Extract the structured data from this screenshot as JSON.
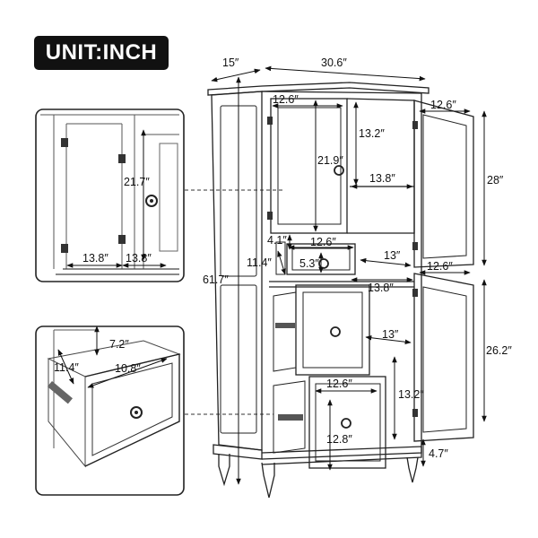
{
  "unit_label": "UNIT:INCH",
  "dimensions": {
    "depth": "15″",
    "width": "30.6″",
    "total_height": "61.7″",
    "upper_door_width": "12.6″",
    "upper_door_height": "21.9″",
    "shelf_gap": "13.2″",
    "inner_shelf_width": "13.8″",
    "side_door_width_top": "12.6″",
    "side_door_height_top": "28″",
    "small_drawer_width": "12.6″",
    "small_drawer_offset": "4.1″",
    "small_drawer_depth": "11.4″",
    "small_drawer_height": "5.3″",
    "middle_depth": "13″",
    "side_door_width_bottom": "12.6″",
    "middle_width": "13.8″",
    "lower_inner_depth": "13″",
    "side_door_height_bottom": "26.2″",
    "big_drawer_width": "12.6″",
    "lower_shelf_gap": "13.2″",
    "big_drawer_height": "12.8″",
    "leg_height": "4.7″"
  },
  "detail_top": {
    "height": "21.7″",
    "width_left": "13.8″",
    "width_right": "13.8″"
  },
  "detail_bottom": {
    "drawer_height": "7.2″",
    "drawer_depth": "11.4″",
    "drawer_width": "10.8″"
  }
}
